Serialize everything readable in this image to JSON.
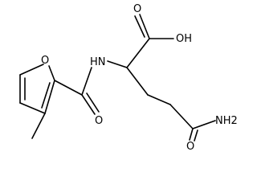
{
  "labels": {
    "ring_oxygen": "O",
    "acid_hydroxyl": "OH",
    "acid_carbonyl": "O",
    "amide_nh": "HN",
    "furoyl_carbonyl": "O",
    "terminal_amide_carbonyl": "O",
    "terminal_amine": "NH2"
  },
  "colors": {
    "ink": "#000000",
    "background": "#ffffff"
  }
}
